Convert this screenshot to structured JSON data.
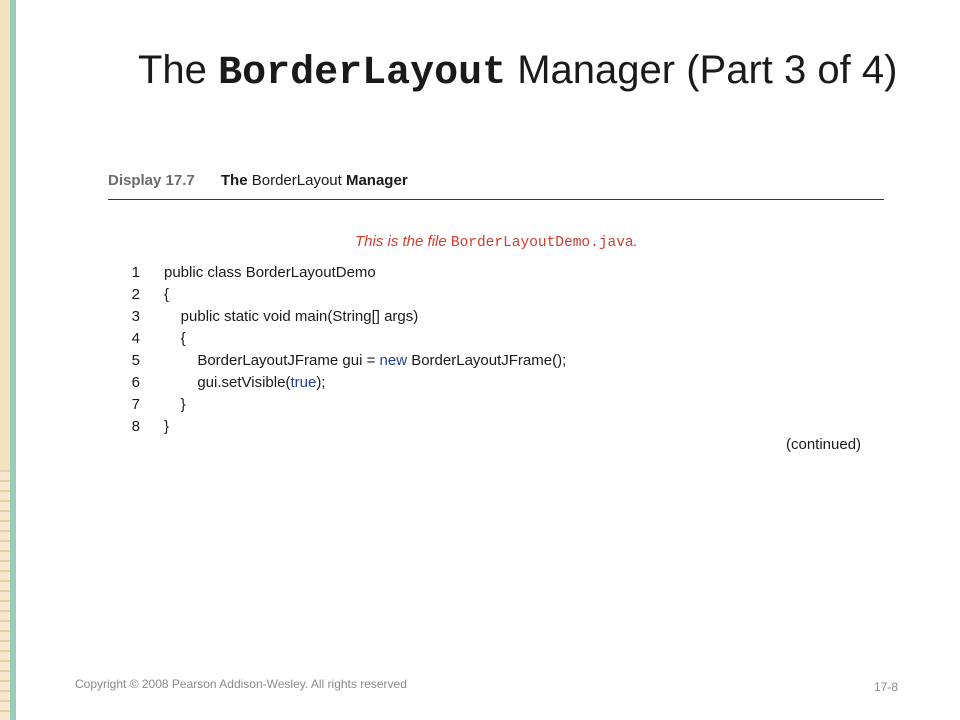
{
  "slide": {
    "title_prefix": "The",
    "title_code": "BorderLayout",
    "title_suffix": "Manager (Part 3 of 4)"
  },
  "display": {
    "number": "Display 17.7",
    "title_the": "The",
    "title_class": "BorderLayout",
    "title_manager": "Manager"
  },
  "annotation": {
    "text": "This is the file",
    "filename": "BorderLayoutDemo.java",
    "period": "."
  },
  "code": {
    "lines": [
      {
        "n": "1",
        "segments": [
          {
            "t": "public class BorderLayoutDemo",
            "kw": false
          }
        ]
      },
      {
        "n": "2",
        "segments": [
          {
            "t": "{",
            "kw": false
          }
        ]
      },
      {
        "n": "3",
        "segments": [
          {
            "t": "    public static void main(String[] args)",
            "kw": false
          }
        ]
      },
      {
        "n": "4",
        "segments": [
          {
            "t": "    {",
            "kw": false
          }
        ]
      },
      {
        "n": "5",
        "segments": [
          {
            "t": "        BorderLayoutJFrame gui = ",
            "kw": false
          },
          {
            "t": "new",
            "kw": true
          },
          {
            "t": " BorderLayoutJFrame();",
            "kw": false
          }
        ]
      },
      {
        "n": "6",
        "segments": [
          {
            "t": "        gui.setVisible(",
            "kw": false
          },
          {
            "t": "true",
            "kw": true
          },
          {
            "t": ");",
            "kw": false
          }
        ]
      },
      {
        "n": "7",
        "segments": [
          {
            "t": "    }",
            "kw": false
          }
        ]
      },
      {
        "n": "8",
        "segments": [
          {
            "t": "}",
            "kw": false
          }
        ]
      }
    ],
    "continued": "(continued)"
  },
  "footer": {
    "copyright": "Copyright © 2008 Pearson Addison-Wesley. All rights reserved",
    "page": "17-8"
  },
  "colors": {
    "annotation": "#d23a2f",
    "keyword": "#1f3f9e",
    "stripe": "#f4e1c1",
    "stripe_edge": "#9ccabb"
  }
}
